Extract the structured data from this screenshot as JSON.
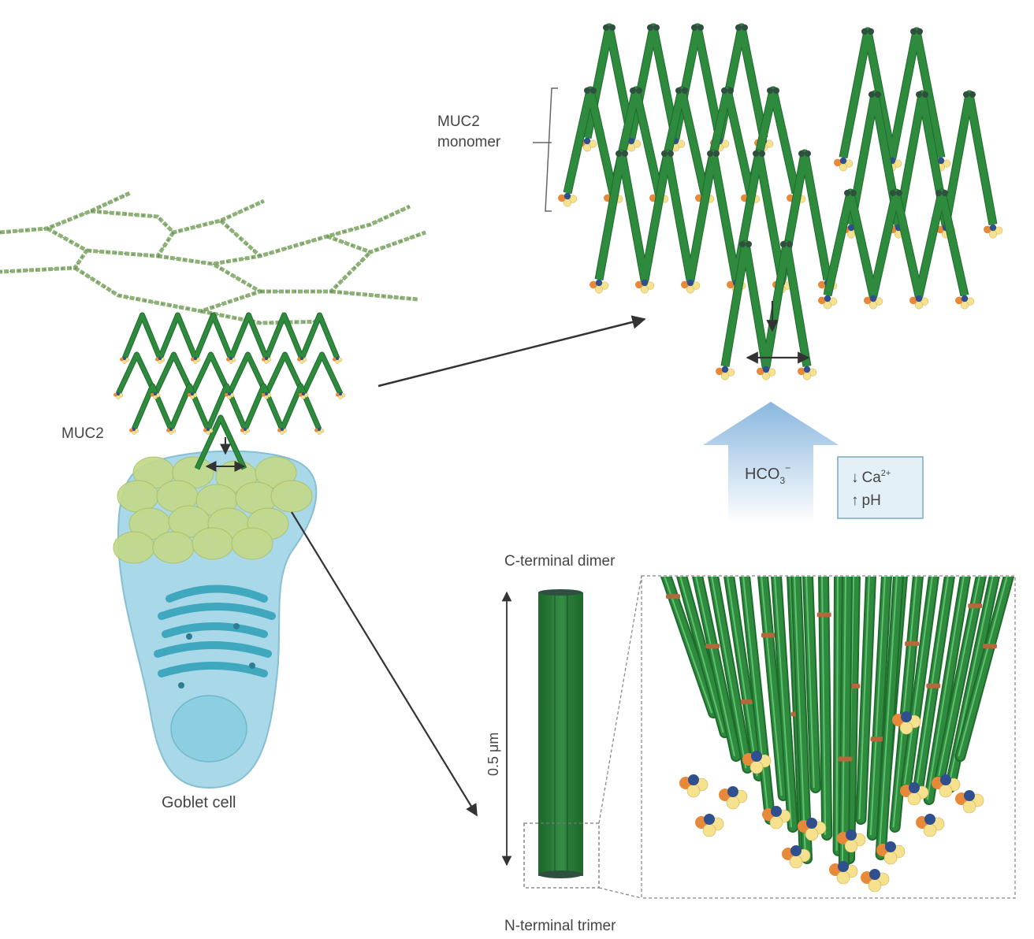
{
  "labels": {
    "muc2_monomer_line1": "MUC2",
    "muc2_monomer_line2": "monomer",
    "muc2": "MUC2",
    "goblet_cell": "Goblet cell",
    "hco3_base": "HCO",
    "hco3_sub": "3",
    "hco3_sup": "−",
    "ca_arrow": "↓",
    "ca_base": "Ca",
    "ca_sup": "2+",
    "ph_arrow": "↑",
    "ph_base": "pH",
    "c_terminal": "C-terminal dimer",
    "n_terminal": "N-terminal trimer",
    "scale": "0.5 μm"
  },
  "colors": {
    "strand": "#2e8b3e",
    "strand_dark": "#1f6b2d",
    "cell_body": "#a9d8e8",
    "granule": "#c4d98a",
    "golgi": "#3fa8bf",
    "nucleus": "#8ccfe0",
    "arrow_fill": "#9dc4e4",
    "box_fill": "#e3f1f7",
    "box_stroke": "#7aa9bd",
    "orange": "#e8893a",
    "yellow": "#f6e28e",
    "blue": "#2f4f8f",
    "text": "#444444"
  },
  "icons": {
    "hco3_arrow": "up-arrow-icon",
    "network": "mucus-network-icon",
    "goblet": "goblet-cell-icon"
  }
}
